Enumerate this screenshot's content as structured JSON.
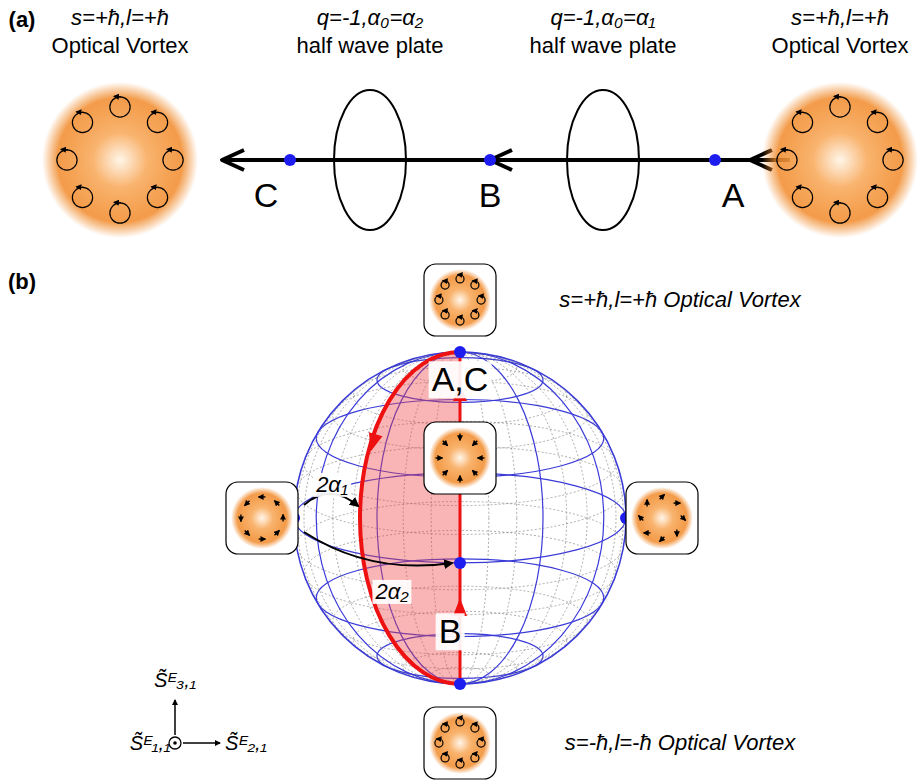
{
  "diagram": {
    "labels": [
      "(a)",
      "s=+ħ,l=+ħ",
      "Optical Vortex",
      "q=-1,α₀=α₂",
      "half wave plate",
      "q=-1,α₀=α₁",
      "half wave plate",
      "s=+ħ,l=+ħ",
      "Optical Vortex",
      "A",
      "B",
      "C",
      "(b)",
      "s=+ħ,l=+ħ Optical Vortex",
      "A,C",
      "2α₁",
      "2α₂",
      "B",
      "s=-ħ,l=-ħ Optical Vortex",
      "S̃ᴱ₃,₁",
      "S̃ᴱ₁,₁",
      "S̃ᴱ₂,₁"
    ]
  }
}
